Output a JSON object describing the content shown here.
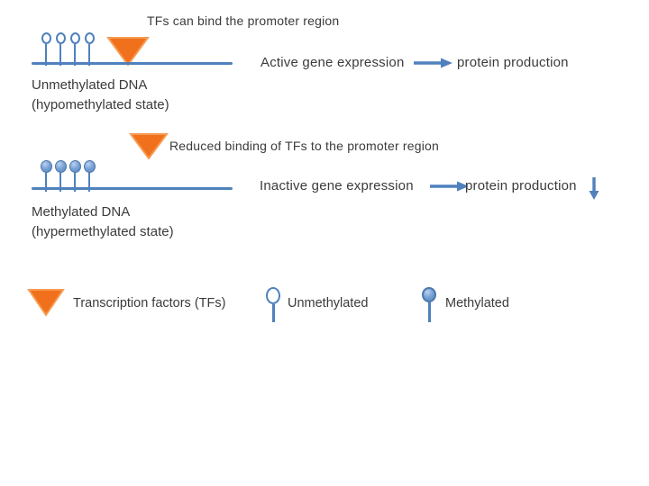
{
  "colors": {
    "dna_blue": "#4f81bd",
    "tf_orange": "#f0701b",
    "text": "#3b3b3b"
  },
  "sections": {
    "unmethylated": {
      "annotation": "TFs can bind the promoter region",
      "label_line1": "Unmethylated DNA",
      "label_line2": "(hypomethylated state)",
      "expression": "Active gene expression",
      "result": "protein production"
    },
    "methylated": {
      "annotation": "Reduced binding of TFs to the promoter region",
      "label_line1": "Methylated DNA",
      "label_line2": "(hypermethylated state)",
      "expression": "Inactive gene expression",
      "result": "protein production"
    }
  },
  "legend": {
    "tf_label": "Transcription factors (TFs)",
    "unmethylated_label": "Unmethylated",
    "methylated_label": "Methylated"
  }
}
